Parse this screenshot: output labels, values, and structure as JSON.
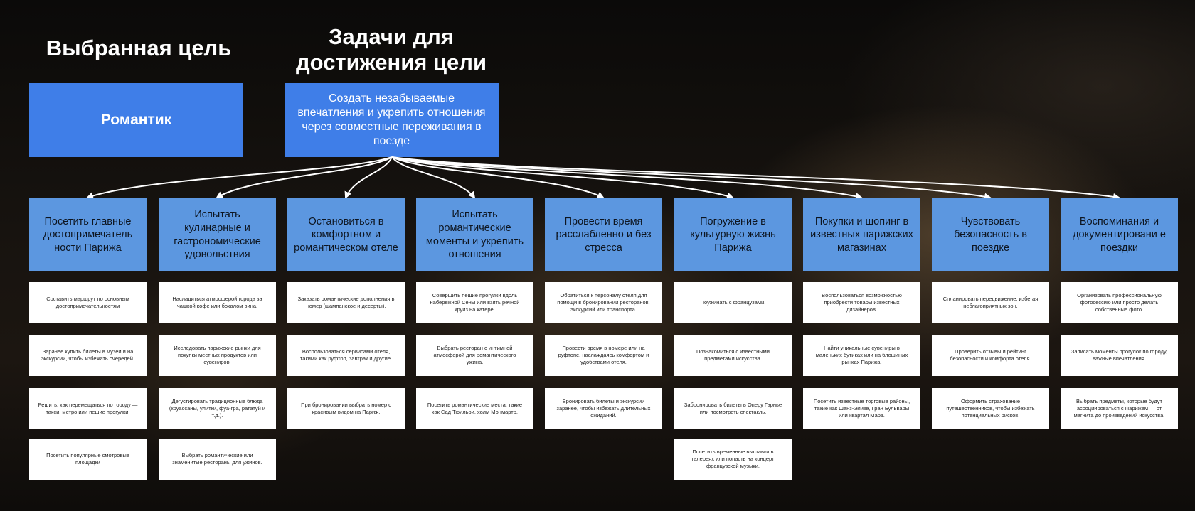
{
  "headings": {
    "goal": "Выбранная цель",
    "tasks": "Задачи для достижения цели"
  },
  "goal_box": "Романтик",
  "main_task": "Создать незабываемые впечатления и укрепить отношения через совместные переживания в поезде",
  "columns": [
    {
      "header": "Посетить главные достопримечатель ности Парижа",
      "items": [
        "Составить маршрут по основным достопримечательностям",
        "Заранее купить билеты в музеи и на экскурсии, чтобы избежать очередей.",
        "Решить, как перемещаться по городу — такси, метро или пешие прогулки.",
        "Посетить популярные смотровые площадки"
      ]
    },
    {
      "header": "Испытать кулинарные и гастрономические удовольствия",
      "items": [
        "Насладиться атмосферой города за чашкой кофе или бокалом вина.",
        "Исследовать парижские рынки для покупки местных продуктов или сувениров.",
        "Дегустировать традиционные блюда (круассаны, улитки, фуа-гра, рататуй и т.д.).",
        "Выбрать романтические или знаменитые рестораны для ужинов."
      ]
    },
    {
      "header": "Остановиться в комфортном и романтическом отеле",
      "items": [
        "Заказать романтические дополнения в номер (шампанское и десерты).",
        "Воспользоваться сервисами отеля, такими как руфтоп, завтрак и другие.",
        "При бронировании выбрать номер с красивым видом на Париж."
      ]
    },
    {
      "header": "Испытать романтические моменты и укрепить отношения",
      "items": [
        "Совершить пешие прогулки вдоль набережной Сены или взять речной круиз на катере.",
        "Выбрать ресторан с интимной атмосферой для романтического ужина.",
        "Посетить романтические места: такие как Сад Тюильри, холм Монмартр."
      ]
    },
    {
      "header": "Провести время расслабленно и без стресса",
      "items": [
        "Обратиться к персоналу отеля для помощи в бронировании ресторанов, экскурсий или транспорта.",
        "Провести время в номере или на руфтопе, наслаждаясь комфортом и удобствами отеля.",
        "Бронировать билеты и экскурсии заранее, чтобы избежать длительных ожиданий."
      ]
    },
    {
      "header": "Погружение в культурную жизнь Парижа",
      "items": [
        "Поужинать с французами.",
        "Познакомиться с известными предметами искусства.",
        "Забронировать билеты в Оперу Гарнье или посмотреть спектакль.",
        "Посетить временные выставки в галереях или попасть на концерт французской музыки."
      ]
    },
    {
      "header": "Покупки и шопинг в известных парижских магазинах",
      "items": [
        "Воспользоваться возможностью приобрести товары известных дизайнеров.",
        "Найти уникальные сувениры в маленьких бутиках или на блошиных рынках Парижа.",
        "Посетить известные торговые районы, такие как Шанз-Элизе, Гран Бульвары или квартал Марэ."
      ]
    },
    {
      "header": "Чувствовать безопасность в поездке",
      "items": [
        "Спланировать передвижение, избегая неблагоприятных зон.",
        "Проверить отзывы и рейтинг безопасности и комфорта отеля.",
        "Оформить страхование путешественников, чтобы избежать потенциальных рисков."
      ]
    },
    {
      "header": "Воспоминания и документировани е поездки",
      "items": [
        "Организовать профессиональную фотосессию или просто делать собственные фото.",
        "Записать моменты прогулок по городу, важные впечатления.",
        "Выбрать предметы, которые будут ассоциироваться с Парижем — от магнита до произведений искусства."
      ]
    }
  ],
  "colors": {
    "goal_blue": "#3f7ee8",
    "header_blue": "#5c97e0",
    "card_white": "#ffffff",
    "arrow": "#ffffff"
  }
}
